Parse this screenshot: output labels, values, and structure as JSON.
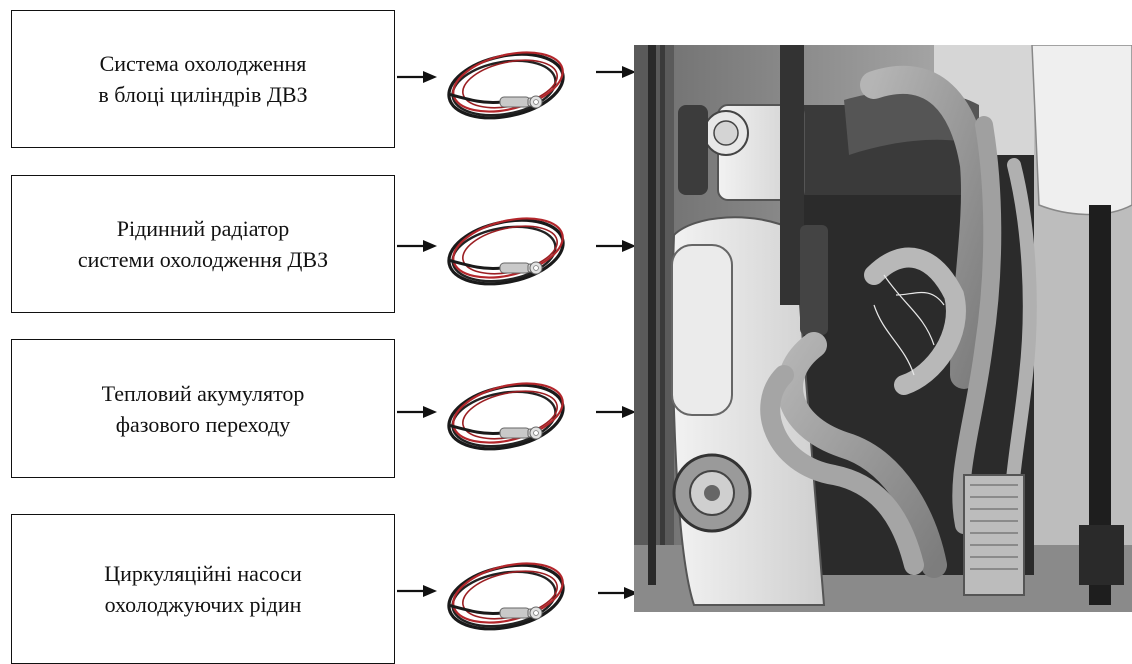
{
  "boxes": [
    {
      "line1": "Система охолодження",
      "line2": "в блоці циліндрів ДВЗ"
    },
    {
      "line1": "Рідинний радіатор",
      "line2": "системи охолодження ДВЗ"
    },
    {
      "line1": "Тепловий акумулятор",
      "line2": "фазового переходу"
    },
    {
      "line1": "Циркуляційні насоси",
      "line2": "охолоджуючих рідин"
    }
  ],
  "sensor_icon": "temperature-sensor-cable-icon",
  "engine_photo": "engine-test-bench-photo"
}
